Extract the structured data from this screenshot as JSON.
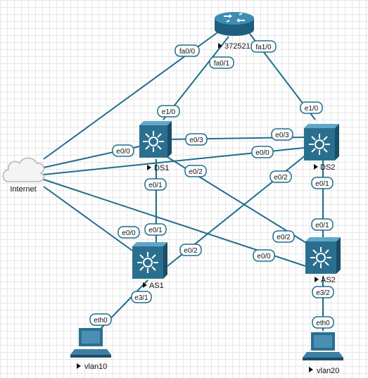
{
  "colors": {
    "link": "#1f6e8c",
    "device": "#2b6f8f",
    "grid": "#e6e6e6"
  },
  "nodes": {
    "router": {
      "label": "372521",
      "icon": "router-icon"
    },
    "internet": {
      "label": "Internet",
      "icon": "cloud-icon"
    },
    "ds1": {
      "label": "DS1",
      "icon": "multilayer-switch-icon"
    },
    "ds2": {
      "label": "DS2",
      "icon": "multilayer-switch-icon"
    },
    "as1": {
      "label": "AS1",
      "icon": "multilayer-switch-icon"
    },
    "as2": {
      "label": "AS2",
      "icon": "multilayer-switch-icon"
    },
    "vlan10": {
      "label": "vlan10",
      "icon": "pc-icon"
    },
    "vlan20": {
      "label": "vlan20",
      "icon": "pc-icon"
    }
  },
  "links": [
    {
      "id": "router-internet",
      "ifaces": [
        "fa0/0"
      ]
    },
    {
      "id": "router-ds1",
      "ifaces": [
        "fa0/1",
        "e1/0"
      ]
    },
    {
      "id": "router-ds2",
      "ifaces": [
        "fa1/0",
        "e1/0"
      ]
    },
    {
      "id": "ds1-ds2",
      "ifaces": [
        "e0/3",
        "e0/3"
      ]
    },
    {
      "id": "internet-ds1",
      "ifaces": [
        "e0/0"
      ]
    },
    {
      "id": "internet-ds2",
      "ifaces": [
        "e0/0"
      ]
    },
    {
      "id": "internet-as1",
      "ifaces": [
        "e0/0"
      ]
    },
    {
      "id": "internet-as2",
      "ifaces": [
        "e0/0"
      ]
    },
    {
      "id": "ds1-as1",
      "ifaces": [
        "e0/1",
        "e0/1"
      ]
    },
    {
      "id": "ds1-as2",
      "ifaces": [
        "e0/2",
        "e0/2"
      ]
    },
    {
      "id": "ds2-as1",
      "ifaces": [
        "e0/2",
        "e0/2"
      ]
    },
    {
      "id": "ds2-as2",
      "ifaces": [
        "e0/1",
        "e0/1"
      ]
    },
    {
      "id": "as1-vlan10",
      "ifaces": [
        "e3/1",
        "eth0"
      ]
    },
    {
      "id": "as2-vlan20",
      "ifaces": [
        "e3/2",
        "eth0"
      ]
    }
  ]
}
